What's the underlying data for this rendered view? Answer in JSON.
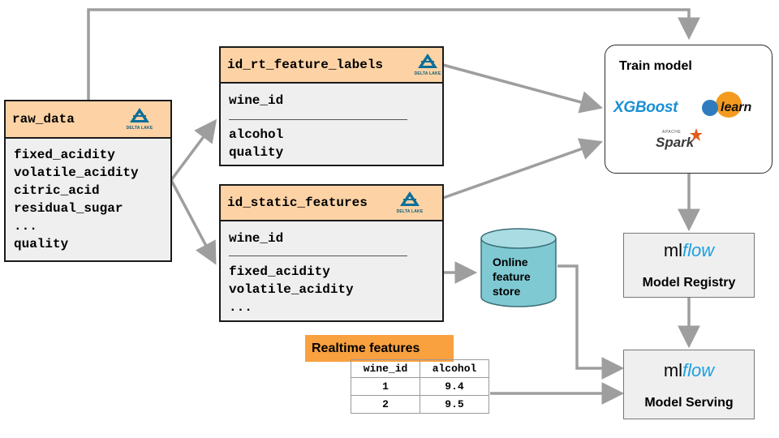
{
  "raw_data": {
    "title": "raw_data",
    "logo_text": "DELTA LAKE",
    "fields": [
      "fixed_acidity",
      "volatile_acidity",
      "citric_acid",
      "residual_sugar",
      "...",
      "quality"
    ]
  },
  "id_rt_feature_labels": {
    "title": "id_rt_feature_labels",
    "logo_text": "DELTA LAKE",
    "key": "wine_id",
    "fields": [
      "alcohol",
      "quality"
    ]
  },
  "id_static_features": {
    "title": "id_static_features",
    "logo_text": "DELTA LAKE",
    "key": "wine_id",
    "fields": [
      "fixed_acidity",
      "volatile_acidity",
      "..."
    ]
  },
  "online_store": {
    "lines": [
      "Online",
      "feature",
      "store"
    ]
  },
  "train_model": {
    "title": "Train model",
    "xgboost": "XGBoost",
    "sklearn": "learn",
    "spark_small": "APACHE",
    "spark": "Spark"
  },
  "model_registry": {
    "logo_ml": "ml",
    "logo_flow": "flow",
    "label": "Model Registry"
  },
  "model_serving": {
    "logo_ml": "ml",
    "logo_flow": "flow",
    "label": "Model Serving"
  },
  "realtime": {
    "label": "Realtime features",
    "headers": [
      "wine_id",
      "alcohol"
    ],
    "rows": [
      [
        "1",
        "9.4"
      ],
      [
        "2",
        "9.5"
      ]
    ]
  },
  "colors": {
    "header_fill": "#fdd3a5",
    "table_fill": "#efefef",
    "arrow": "#9e9e9e",
    "online_store_fill": "#7fc9d3",
    "realtime_label_fill": "#f9a03f",
    "mlflow_blue": "#1aa0e0",
    "xgboost_blue": "#1a8fd6",
    "sklearn_orange": "#f39a1f"
  }
}
